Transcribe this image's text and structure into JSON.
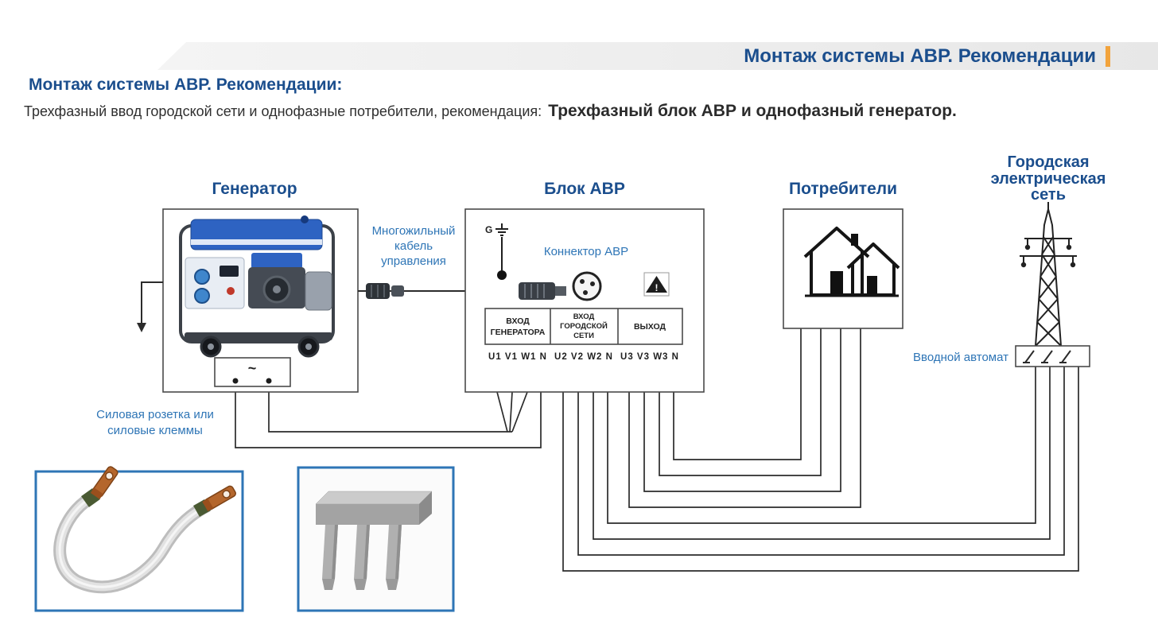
{
  "banner": {
    "title": "Монтаж системы АВР. Рекомендации"
  },
  "heading": "Монтаж системы АВР. Рекомендации:",
  "intro": {
    "normal": "Трехфазный ввод городской сети и однофазные потребители, рекомендация:",
    "bold": "Трехфазный блок АВР и однофазный генератор."
  },
  "diagram": {
    "generator": {
      "title": "Генератор",
      "tilde": "~",
      "socket_line1": "Силовая розетка или",
      "socket_line2": "силовые клеммы"
    },
    "control_cable": {
      "line1": "Многожильный",
      "line2": "кабель",
      "line3": "управления"
    },
    "avr_block": {
      "title": "Блок АВР",
      "g_label": "G",
      "connector_label": "Коннектор АВР",
      "warning": "!",
      "table": {
        "col1_line1": "ВХОД",
        "col1_line2": "ГЕНЕРАТОРА",
        "col2_line1": "ВХОД",
        "col2_line2": "ГОРОДСКОЙ",
        "col2_line3": "СЕТИ",
        "col3_line1": "ВЫХОД",
        "terminals_generator": "U1 V1 W1 N",
        "terminals_city": "U2 V2 W2 N",
        "terminals_output": "U3 V3 W3 N"
      }
    },
    "consumers": {
      "title": "Потребители"
    },
    "city_grid": {
      "line1": "Городская",
      "line2": "электрическая",
      "line3": "сеть"
    },
    "input_breaker": {
      "label": "Вводной автомат"
    }
  },
  "colors": {
    "heading_blue": "#1b4e8d",
    "annotation_blue": "#2e75b6",
    "accent_orange": "#f2a33c"
  }
}
